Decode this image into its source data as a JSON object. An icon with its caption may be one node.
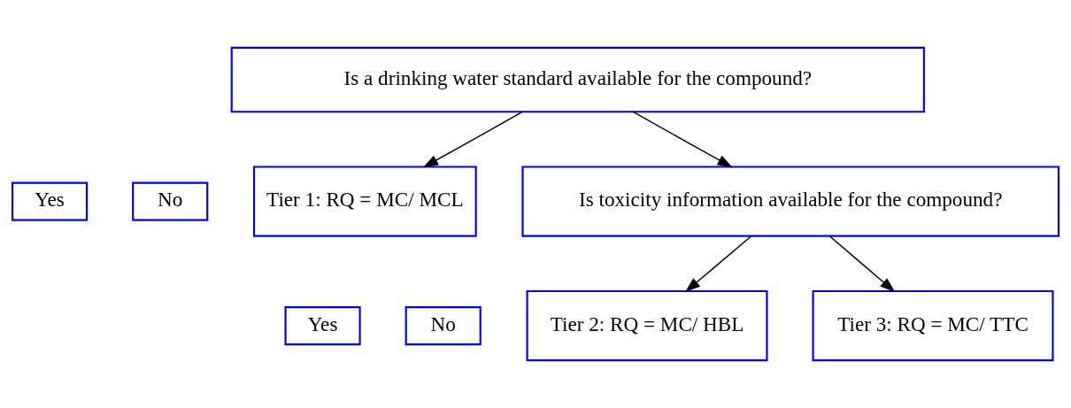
{
  "diagram": {
    "nodes": [
      {
        "text": [
          "Is a drinking water standard available for the compound?"
        ]
      },
      {
        "text": [
          "Yes"
        ]
      },
      {
        "text": [
          "No"
        ]
      },
      {
        "text": [
          "Tier 1: RQ = MC/ MCL"
        ]
      },
      {
        "text": [
          "Is toxicity information available for the compound?"
        ]
      },
      {
        "text": [
          "Yes"
        ]
      },
      {
        "text": [
          "No"
        ]
      },
      {
        "text": [
          "Tier 2: RQ = MC/ HBL"
        ]
      },
      {
        "text": [
          "Tier 3: RQ = MC/ TTC"
        ]
      }
    ],
    "edges": [
      {
        "from": 0,
        "to": 3,
        "arrow": "to"
      },
      {
        "from": 0,
        "to": 4,
        "arrow": "to"
      },
      {
        "from": 4,
        "to": 7,
        "arrow": "to"
      },
      {
        "from": 4,
        "to": 8,
        "arrow": "to"
      }
    ]
  }
}
